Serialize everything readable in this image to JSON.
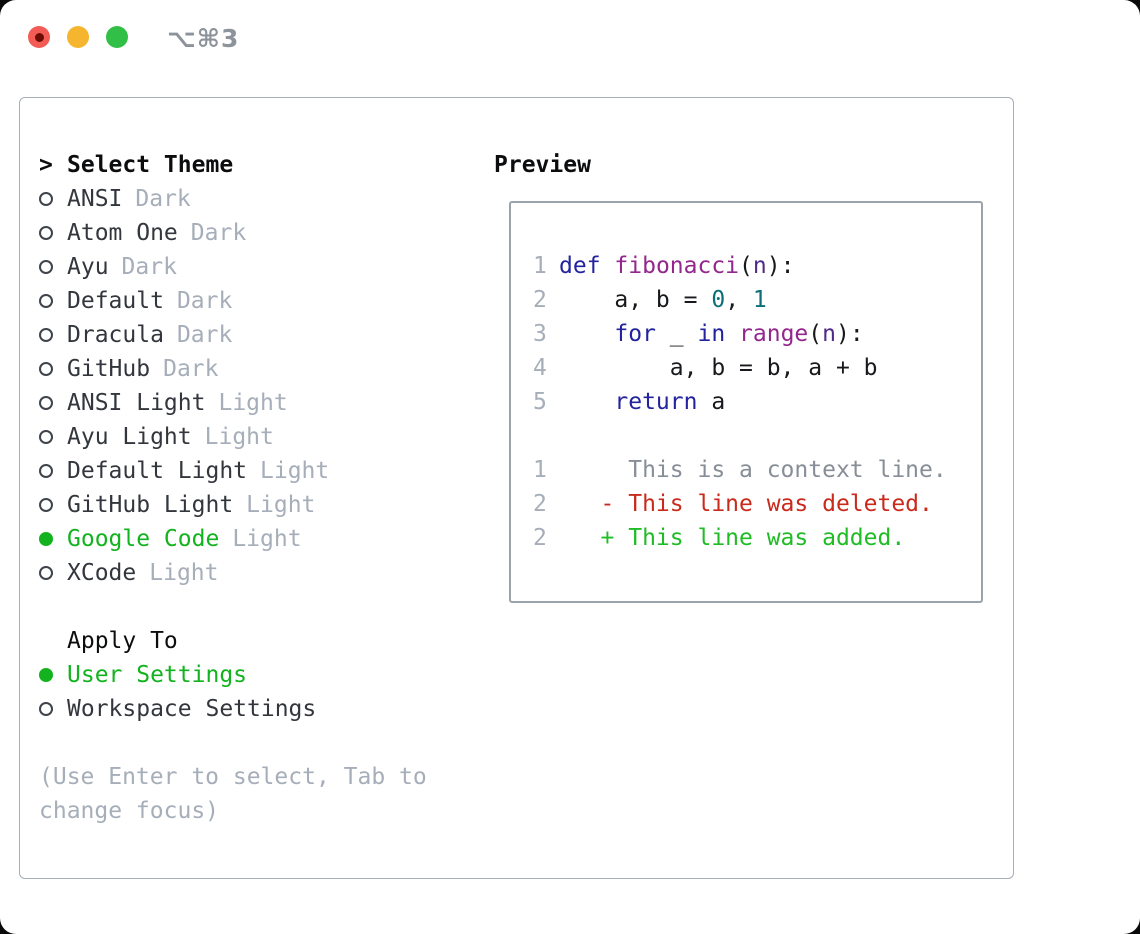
{
  "titlebar": {
    "title": "⌥⌘3",
    "traffic_lights": [
      "close",
      "minimize",
      "zoom"
    ]
  },
  "colors": {
    "accent_green": "#12b31e",
    "muted_gray": "#a6aeb9",
    "item_text": "#33373d",
    "header_text": "#0c0d0f",
    "panel_border": "#a7aeb6",
    "preview_border": "#9aa2ac",
    "title_gray": "#8d939a",
    "traffic_red": "#f25c55",
    "traffic_red_dot": "#6b0d05",
    "traffic_yellow": "#f5b52e",
    "traffic_green": "#31bf47"
  },
  "theme_panel": {
    "header": {
      "cursor": ">",
      "label": "Select Theme"
    },
    "themes": [
      {
        "name": "ANSI",
        "variant": "Dark",
        "selected": false
      },
      {
        "name": "Atom One",
        "variant": "Dark",
        "selected": false
      },
      {
        "name": "Ayu",
        "variant": "Dark",
        "selected": false
      },
      {
        "name": "Default",
        "variant": "Dark",
        "selected": false
      },
      {
        "name": "Dracula",
        "variant": "Dark",
        "selected": false
      },
      {
        "name": "GitHub",
        "variant": "Dark",
        "selected": false
      },
      {
        "name": "ANSI Light",
        "variant": "Light",
        "selected": false
      },
      {
        "name": "Ayu Light",
        "variant": "Light",
        "selected": false
      },
      {
        "name": "Default Light",
        "variant": "Light",
        "selected": false
      },
      {
        "name": "GitHub Light",
        "variant": "Light",
        "selected": false
      },
      {
        "name": "Google Code",
        "variant": "Light",
        "selected": true
      },
      {
        "name": "XCode",
        "variant": "Light",
        "selected": false
      }
    ],
    "apply_to": {
      "label": "Apply To",
      "options": [
        {
          "label": "User Settings",
          "selected": true
        },
        {
          "label": "Workspace Settings",
          "selected": false
        }
      ]
    },
    "hint_lines": [
      "(Use Enter to select, Tab to",
      "change focus)"
    ]
  },
  "preview": {
    "label": "Preview",
    "colors": {
      "kw": "#23239e",
      "fn": "#93278d",
      "param": "#4f2a88",
      "num": "#0d6e78",
      "plain": "#17191c",
      "lineno": "#a6aeb9",
      "ctx": "#878e97",
      "del": "#c92a1c",
      "add": "#1fbc25"
    },
    "lines": [
      {
        "num": "1",
        "segments": [
          {
            "t": "def",
            "c": "kw"
          },
          {
            "t": " ",
            "c": "plain"
          },
          {
            "t": "fibonacci",
            "c": "fn"
          },
          {
            "t": "(",
            "c": "plain"
          },
          {
            "t": "n",
            "c": "param"
          },
          {
            "t": "):",
            "c": "plain"
          }
        ]
      },
      {
        "num": "2",
        "segments": [
          {
            "t": "    a, b = ",
            "c": "plain"
          },
          {
            "t": "0",
            "c": "num"
          },
          {
            "t": ", ",
            "c": "plain"
          },
          {
            "t": "1",
            "c": "num"
          }
        ]
      },
      {
        "num": "3",
        "segments": [
          {
            "t": "    ",
            "c": "plain"
          },
          {
            "t": "for",
            "c": "kw"
          },
          {
            "t": " _ ",
            "c": "plain"
          },
          {
            "t": "in",
            "c": "kw"
          },
          {
            "t": " ",
            "c": "plain"
          },
          {
            "t": "range",
            "c": "fn"
          },
          {
            "t": "(",
            "c": "plain"
          },
          {
            "t": "n",
            "c": "param"
          },
          {
            "t": "):",
            "c": "plain"
          }
        ]
      },
      {
        "num": "4",
        "segments": [
          {
            "t": "        a, b = b, a + b",
            "c": "plain"
          }
        ]
      },
      {
        "num": "5",
        "segments": [
          {
            "t": "    ",
            "c": "plain"
          },
          {
            "t": "return",
            "c": "kw"
          },
          {
            "t": " a",
            "c": "plain"
          }
        ]
      },
      {
        "num": "",
        "segments": []
      },
      {
        "num": "1",
        "segments": [
          {
            "t": "     This is a context line.",
            "c": "ctx"
          }
        ]
      },
      {
        "num": "2",
        "segments": [
          {
            "t": "   - This line was deleted.",
            "c": "del"
          }
        ]
      },
      {
        "num": "2",
        "segments": [
          {
            "t": "   + This line was added.",
            "c": "add"
          }
        ]
      }
    ]
  }
}
